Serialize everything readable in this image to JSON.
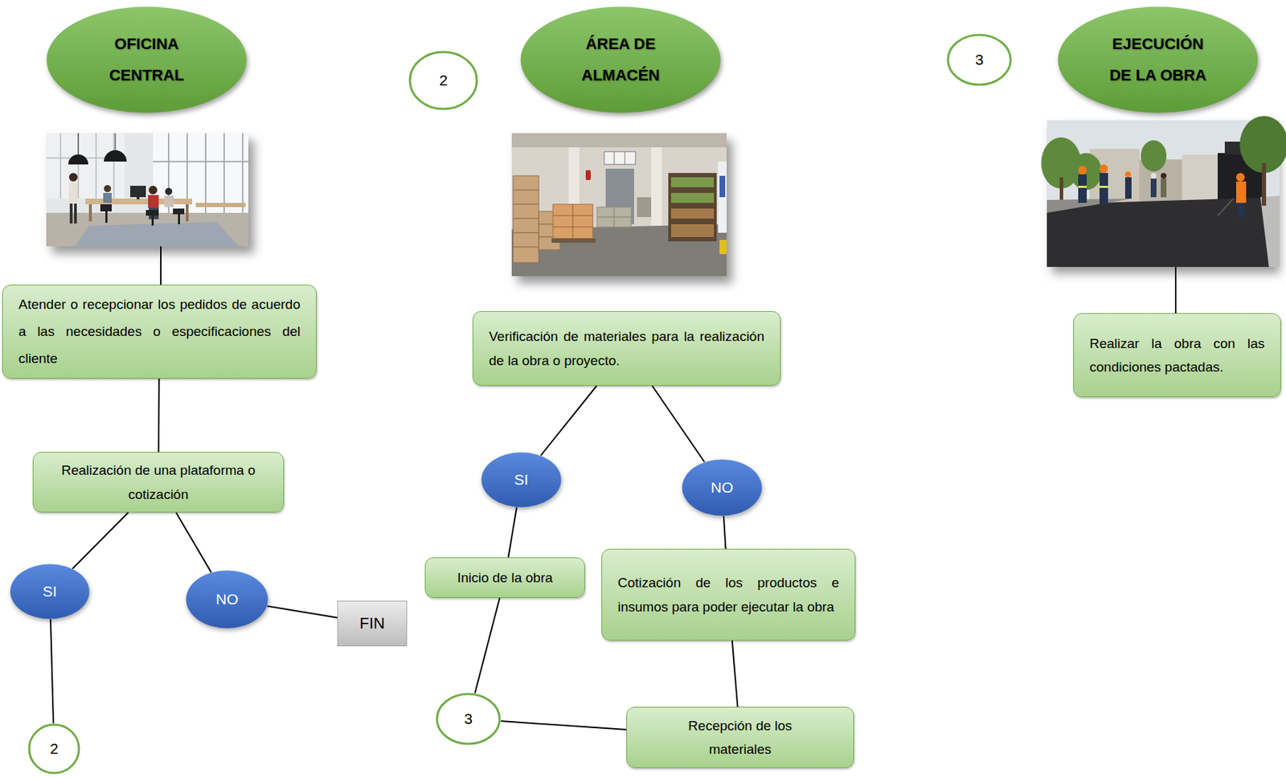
{
  "diagram": {
    "nodes": [
      {
        "text": [
          "OFICINA CENTRAL"
        ]
      },
      {
        "text": [
          "Atender o recepcionar los pedidos de acuerdo a las necesidades o especificaciones del cliente"
        ]
      },
      {
        "text": [
          "Realización de una plataforma o cotización"
        ]
      },
      {
        "text": [
          "SI"
        ]
      },
      {
        "text": [
          "NO"
        ]
      },
      {
        "text": [
          "FIN"
        ]
      },
      {
        "text": [
          "2"
        ]
      },
      {
        "text": [
          "2"
        ]
      },
      {
        "text": [
          "ÁREA DE ALMACÉN"
        ]
      },
      {
        "text": [
          "Verificación de materiales para la realización de la obra o proyecto."
        ]
      },
      {
        "text": [
          "SI"
        ]
      },
      {
        "text": [
          "NO"
        ]
      },
      {
        "text": [
          "Inicio de la obra"
        ]
      },
      {
        "text": [
          "Cotización de los productos e insumos para poder ejecutar la obra"
        ]
      },
      {
        "text": [
          "3"
        ]
      },
      {
        "text": [
          "Recepción de los materiales"
        ]
      },
      {
        "text": [
          "3"
        ]
      },
      {
        "text": [
          "EJECUCIÓN DE LA OBRA"
        ]
      },
      {
        "text": [
          "Realizar la obra con las condiciones pactadas."
        ]
      }
    ],
    "edges": [
      {
        "from": 1,
        "to": 2,
        "arrow": "none"
      },
      {
        "from": 2,
        "to": 3,
        "arrow": "none"
      },
      {
        "from": 2,
        "to": 4,
        "arrow": "none"
      },
      {
        "from": 4,
        "to": 5,
        "arrow": "none"
      },
      {
        "from": 3,
        "to": 6,
        "arrow": "none"
      },
      {
        "from": 9,
        "to": 10,
        "arrow": "none"
      },
      {
        "from": 9,
        "to": 11,
        "arrow": "none"
      },
      {
        "from": 10,
        "to": 12,
        "arrow": "none"
      },
      {
        "from": 11,
        "to": 13,
        "arrow": "none"
      },
      {
        "from": 12,
        "to": 14,
        "arrow": "none"
      },
      {
        "from": 13,
        "to": 15,
        "arrow": "none"
      },
      {
        "from": 15,
        "to": 14,
        "arrow": "none"
      }
    ]
  }
}
